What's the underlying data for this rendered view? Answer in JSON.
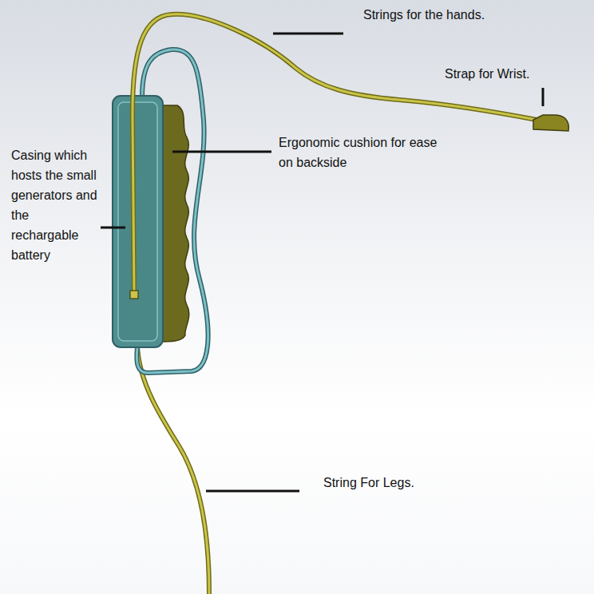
{
  "diagram": {
    "labels": [
      "Strings for the hands.",
      "Strap for Wrist.",
      "Casing which hosts the small generators and the rechargable battery",
      "Ergonomic cushion for ease on backside",
      "String For Legs."
    ]
  }
}
